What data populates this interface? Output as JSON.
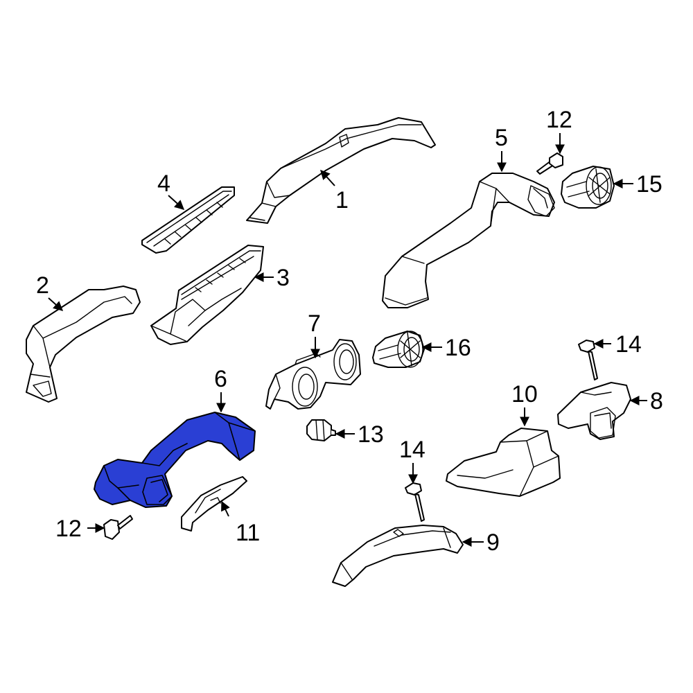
{
  "diagram": {
    "highlight_color": "#2a3fd4",
    "line_color": "#000000",
    "callouts": [
      {
        "id": "c1",
        "label": "1"
      },
      {
        "id": "c2",
        "label": "2"
      },
      {
        "id": "c3",
        "label": "3"
      },
      {
        "id": "c4",
        "label": "4"
      },
      {
        "id": "c5",
        "label": "5"
      },
      {
        "id": "c6",
        "label": "6"
      },
      {
        "id": "c7",
        "label": "7"
      },
      {
        "id": "c8",
        "label": "8"
      },
      {
        "id": "c9",
        "label": "9"
      },
      {
        "id": "c10",
        "label": "10"
      },
      {
        "id": "c11",
        "label": "11"
      },
      {
        "id": "c12a",
        "label": "12"
      },
      {
        "id": "c12b",
        "label": "12"
      },
      {
        "id": "c13",
        "label": "13"
      },
      {
        "id": "c14a",
        "label": "14"
      },
      {
        "id": "c14b",
        "label": "14"
      },
      {
        "id": "c15",
        "label": "15"
      },
      {
        "id": "c16",
        "label": "16"
      }
    ]
  }
}
